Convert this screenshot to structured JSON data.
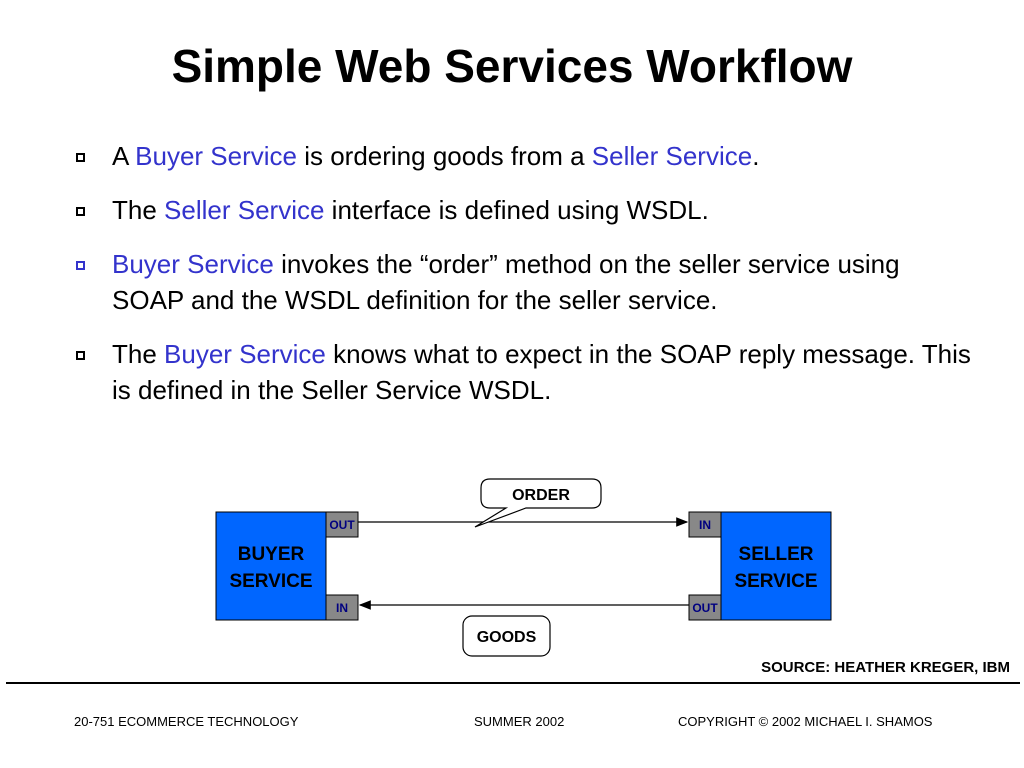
{
  "title": "Simple Web Services Workflow",
  "bullets": [
    {
      "parts": [
        {
          "text": "A ",
          "hl": false
        },
        {
          "text": "Buyer Service",
          "hl": true
        },
        {
          "text": " is ordering goods from a ",
          "hl": false
        },
        {
          "text": "Seller Service",
          "hl": true
        },
        {
          "text": ".",
          "hl": false
        }
      ],
      "marker": "square"
    },
    {
      "parts": [
        {
          "text": "The ",
          "hl": false
        },
        {
          "text": "Seller Service",
          "hl": true
        },
        {
          "text": " interface is defined using WSDL.",
          "hl": false
        }
      ],
      "marker": "square"
    },
    {
      "parts": [
        {
          "text": "Buyer Service",
          "hl": true
        },
        {
          "text": " invokes the “order” method on the seller service using SOAP and the WSDL definition for the seller service.",
          "hl": false
        }
      ],
      "marker": "square-blue"
    },
    {
      "parts": [
        {
          "text": "The ",
          "hl": false
        },
        {
          "text": "Buyer Service",
          "hl": true
        },
        {
          "text": " knows what to expect in the SOAP reply message.  This is defined in the Seller Service WSDL.",
          "hl": false
        }
      ],
      "marker": "square"
    }
  ],
  "diagram": {
    "buyer_line1": "BUYER",
    "buyer_line2": "SERVICE",
    "seller_line1": "SELLER",
    "seller_line2": "SERVICE",
    "buyer_out": "OUT",
    "buyer_in": "IN",
    "seller_in": "IN",
    "seller_out": "OUT",
    "order_label": "ORDER",
    "goods_label": "GOODS"
  },
  "colors": {
    "service_box": "#0066ff",
    "port": "#888888",
    "port_text": "#000080",
    "highlight": "#3333cc"
  },
  "source": "SOURCE: HEATHER KREGER, IBM",
  "footer": {
    "course": "20-751 ECOMMERCE TECHNOLOGY",
    "term": "SUMMER 2002",
    "copyright": "COPYRIGHT © 2002 MICHAEL I. SHAMOS"
  }
}
